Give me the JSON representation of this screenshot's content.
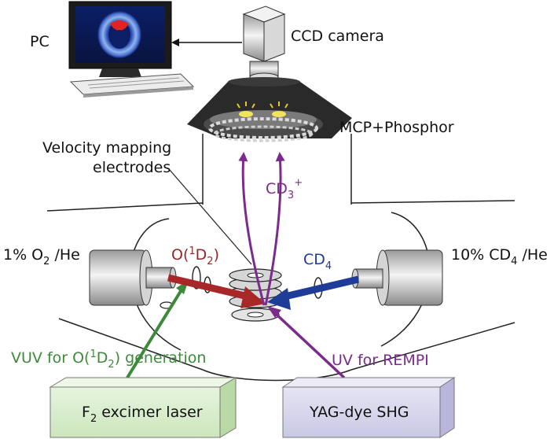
{
  "labels": {
    "pc": "PC",
    "ccd_camera": "CCD camera",
    "mcp_phosphor": "MCP+Phosphor",
    "velocity_mapping_line1": "Velocity mapping",
    "velocity_mapping_line2": "electrodes",
    "ion": {
      "main": "CD",
      "sub": "3",
      "sup": "+"
    },
    "o2_he": {
      "pre": "1% O",
      "sub": "2",
      "post": " /He"
    },
    "o1d2": {
      "pre": "O(",
      "sup": "1",
      "mid": "D",
      "sub": "2",
      "post": ")"
    },
    "cd4": {
      "main": "CD",
      "sub": "4"
    },
    "cd4_he": {
      "pre": "10% CD",
      "sub": "4",
      "post": " /He"
    },
    "vuv": {
      "pre": "VUV for O(",
      "sup": "1",
      "mid": "D",
      "sub": "2",
      "post": ") generation"
    },
    "uv": "UV for REMPI",
    "f2_laser": {
      "pre": "F",
      "sub": "2",
      "post": " excimer laser"
    },
    "yag_laser": "YAG-dye SHG"
  },
  "colors": {
    "ion_path": "#7a2b8c",
    "o_beam": "#a82828",
    "cd4_beam": "#1f3c98",
    "vuv_beam": "#3d8a3a",
    "uv_beam": "#7a2b8c",
    "f2_box": "#d5ebc6",
    "yag_box": "#d4d3ea",
    "detector_body": "#2a2a2a"
  }
}
